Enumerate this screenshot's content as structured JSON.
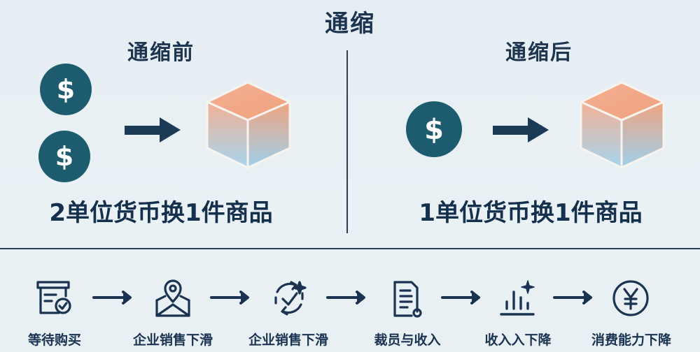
{
  "title": "通缩",
  "before": {
    "heading": "通缩前",
    "caption": "2单位货币换1件商品"
  },
  "after": {
    "heading": "通缩后",
    "caption": "1单位货币换1件商品"
  },
  "coin_symbol": "$",
  "chain": [
    {
      "label": "等待购买",
      "icon": "calendar-check-icon"
    },
    {
      "label": "企业销售下滑",
      "icon": "location-pin-box-icon"
    },
    {
      "label": "企业销售下滑",
      "icon": "cycle-arrows-icon"
    },
    {
      "label": "裁员与收入",
      "icon": "document-icon"
    },
    {
      "label": "收入入下降",
      "icon": "bar-chart-sparkle-icon"
    },
    {
      "label": "消费能力下降",
      "icon": "yen-coin-icon"
    }
  ],
  "colors": {
    "coin": "#1d5c6e",
    "arrow": "#1b3a56",
    "cube_top": "#f4ad8e",
    "cube_bottom": "#a7d6ef"
  }
}
